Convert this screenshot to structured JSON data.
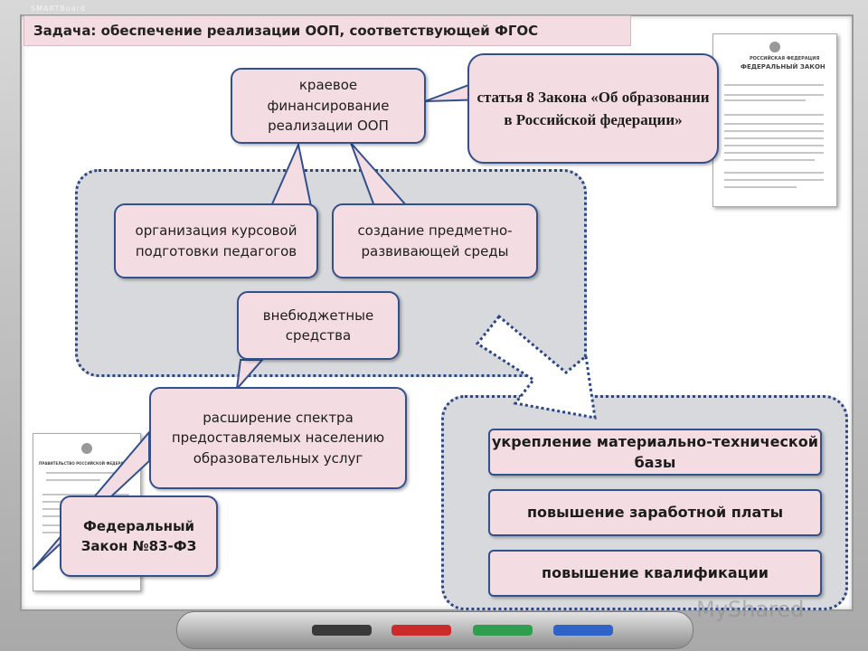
{
  "title": "Задача: обеспечение реализации ООП, соответствующей ФГОС",
  "branding": "SMARTBoard",
  "watermark": "MyShared",
  "boxes": {
    "financing": "краевое финансирование реализации ООП",
    "law_article": "статья 8 Закона «Об образовании в Российской федерации»",
    "courses": "организация курсовой подготовки педагогов",
    "environment": "создание предметно-развивающей среды",
    "extrabudget": "внебюджетные средства",
    "services": "расширение спектра предоставляемых населению образовательных услуг",
    "federal_law": "Федеральный Закон №83-ФЗ"
  },
  "results": [
    "укрепление материально-технической базы",
    "повышение заработной платы",
    "повышение квалификации"
  ],
  "documents": {
    "doc_a_header": "РОССИЙСКАЯ ФЕДЕРАЦИЯ",
    "doc_a_title": "ФЕДЕРАЛЬНЫЙ ЗАКОН",
    "doc_b_title": "ПРАВИТЕЛЬСТВО РОССИЙСКОЙ ФЕДЕРАЦИИ"
  },
  "colors": {
    "box_fill": "#f4dde2",
    "box_border": "#32508c",
    "zone_fill": "#d7d9dc"
  }
}
